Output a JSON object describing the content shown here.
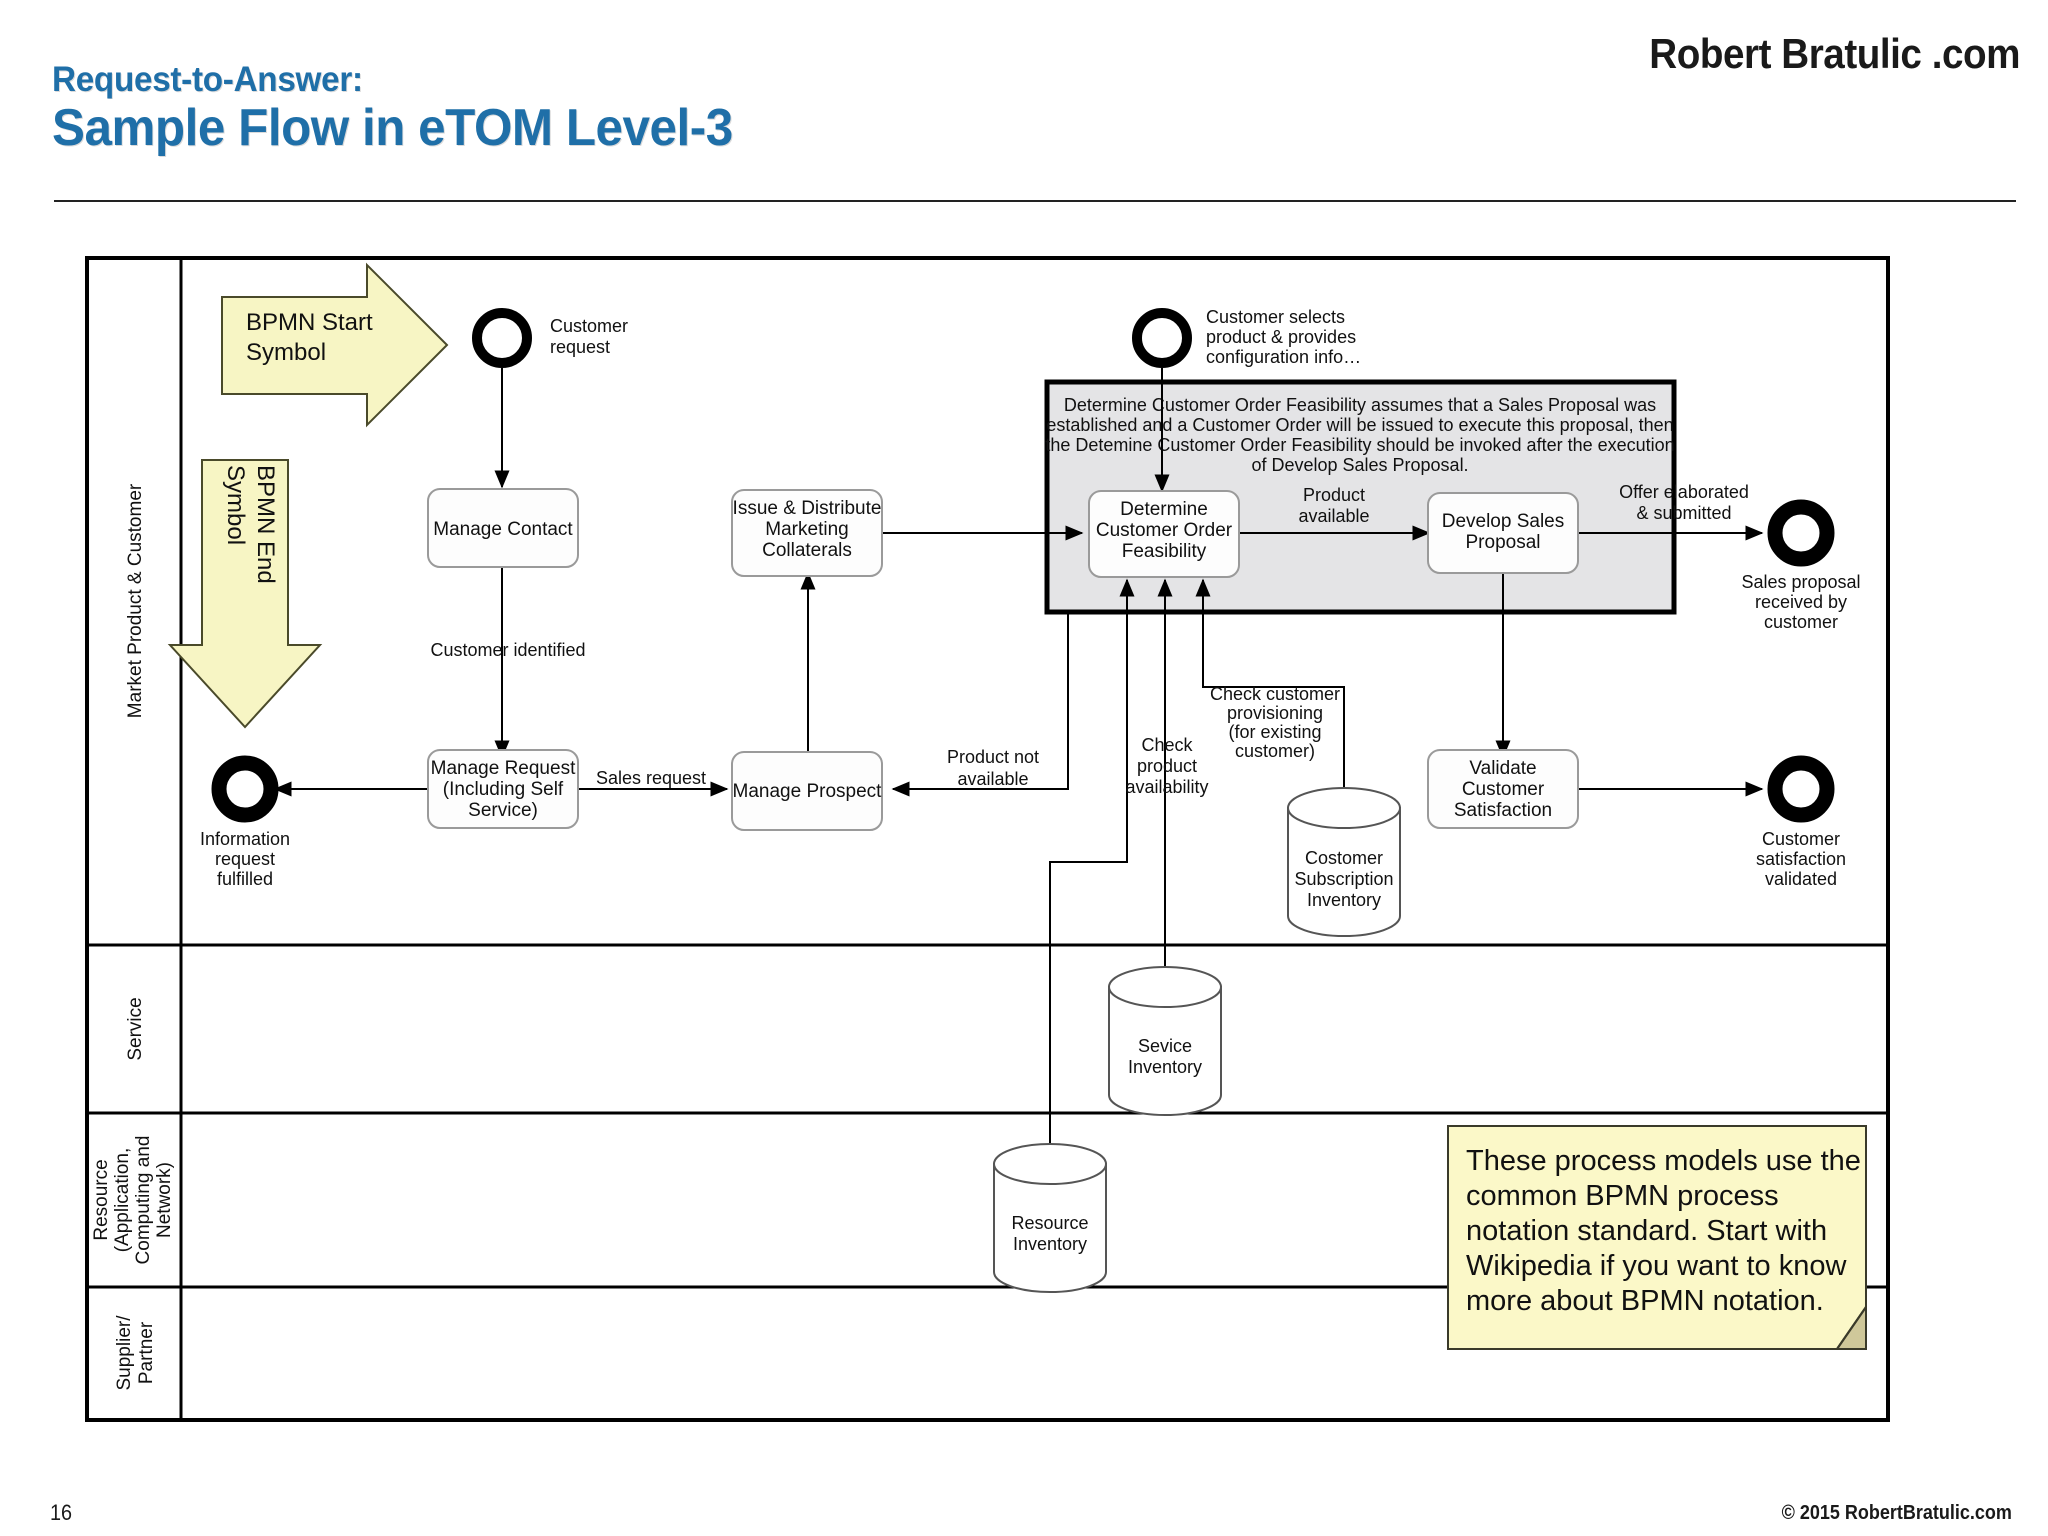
{
  "header": {
    "brand": "Robert Bratulic .com",
    "title_line1": "Request-to-Answer:",
    "title_line2": "Sample Flow in eTOM Level-3",
    "accent_color": "#1f6fa8"
  },
  "footer": {
    "page_number": "16",
    "copyright": "© 2015 RobertBratulic.com"
  },
  "diagram": {
    "lanes": [
      {
        "id": "market",
        "label": "Market Product & Customer"
      },
      {
        "id": "service",
        "label": "Service"
      },
      {
        "id": "resource",
        "label": "Resource\n(Application,\nComputing and\nNetwork)"
      },
      {
        "id": "supplier",
        "label": "Supplier/\nPartner"
      }
    ],
    "callouts": [
      {
        "id": "start-callout",
        "label": "BPMN Start\nSymbol",
        "direction": "right",
        "color": "#f7f5c4"
      },
      {
        "id": "end-callout",
        "label": "BPMN End\nSymbol",
        "direction": "down",
        "color": "#f7f5c4"
      }
    ],
    "events": [
      {
        "id": "customer-request",
        "type": "start",
        "label": "Customer\nrequest"
      },
      {
        "id": "customer-selects",
        "type": "start",
        "label": "Customer selects\nproduct & provides\nconfiguration info…"
      },
      {
        "id": "information-request-fulfilled",
        "type": "end",
        "label": "Information\nrequest\nfulfilled"
      },
      {
        "id": "sales-proposal-received",
        "type": "end",
        "label": "Sales proposal\nreceived by\ncustomer"
      },
      {
        "id": "customer-satisfaction-validated",
        "type": "end",
        "label": "Customer\nsatisfaction\nvalidated"
      }
    ],
    "tasks": [
      {
        "id": "manage-contact",
        "label": "Manage Contact"
      },
      {
        "id": "manage-request",
        "label": "Manage Request\n(Including Self\nService)"
      },
      {
        "id": "issue-distribute-marketing-collaterals",
        "label": "Issue & Distribute\nMarketing\nCollaterals"
      },
      {
        "id": "manage-prospect",
        "label": "Manage Prospect"
      },
      {
        "id": "determine-customer-order-feasibility",
        "label": "Determine\nCustomer Order\nFeasibility"
      },
      {
        "id": "develop-sales-proposal",
        "label": "Develop Sales\nProposal"
      },
      {
        "id": "validate-customer-satisfaction",
        "label": "Validate\nCustomer\nSatisfaction"
      }
    ],
    "subprocess": {
      "id": "order-feasibility-group",
      "annotation": "Determine Customer Order Feasibility assumes that a Sales Proposal was\nestablished and a Customer Order will be issued to execute this proposal, then\nthe Detemine Customer Order Feasibility should be invoked after the execution\nof Develop Sales Proposal.",
      "fill": "#e4e4e6"
    },
    "data_stores": [
      {
        "id": "costomer-subscription-inventory",
        "label": "Costomer\nSubscription\nInventory"
      },
      {
        "id": "sevice-inventory",
        "label": "Sevice\nInventory"
      },
      {
        "id": "resource-inventory",
        "label": "Resource\nInventory"
      }
    ],
    "flow_labels": [
      {
        "id": "customer-identified",
        "text": "Customer identified"
      },
      {
        "id": "sales-request",
        "text": "Sales request"
      },
      {
        "id": "product-not-available",
        "text": "Product not\navailable"
      },
      {
        "id": "product-available",
        "text": "Product\navailable"
      },
      {
        "id": "offer-elaborated-submitted",
        "text": "Offer elaborated\n& submitted"
      },
      {
        "id": "check-product-availability",
        "text": "Check\nproduct\navailability"
      },
      {
        "id": "check-customer-provisioning",
        "text": "Check customer\nprovisioning\n(for existing\ncustomer)"
      }
    ],
    "note": {
      "id": "bpmn-note",
      "text": "These process models use the\ncommon BPMN process\nnotation standard. Start with\nWikipedia if you want to know\nmore about BPMN notation.",
      "fill": "#fbf8c8"
    }
  }
}
